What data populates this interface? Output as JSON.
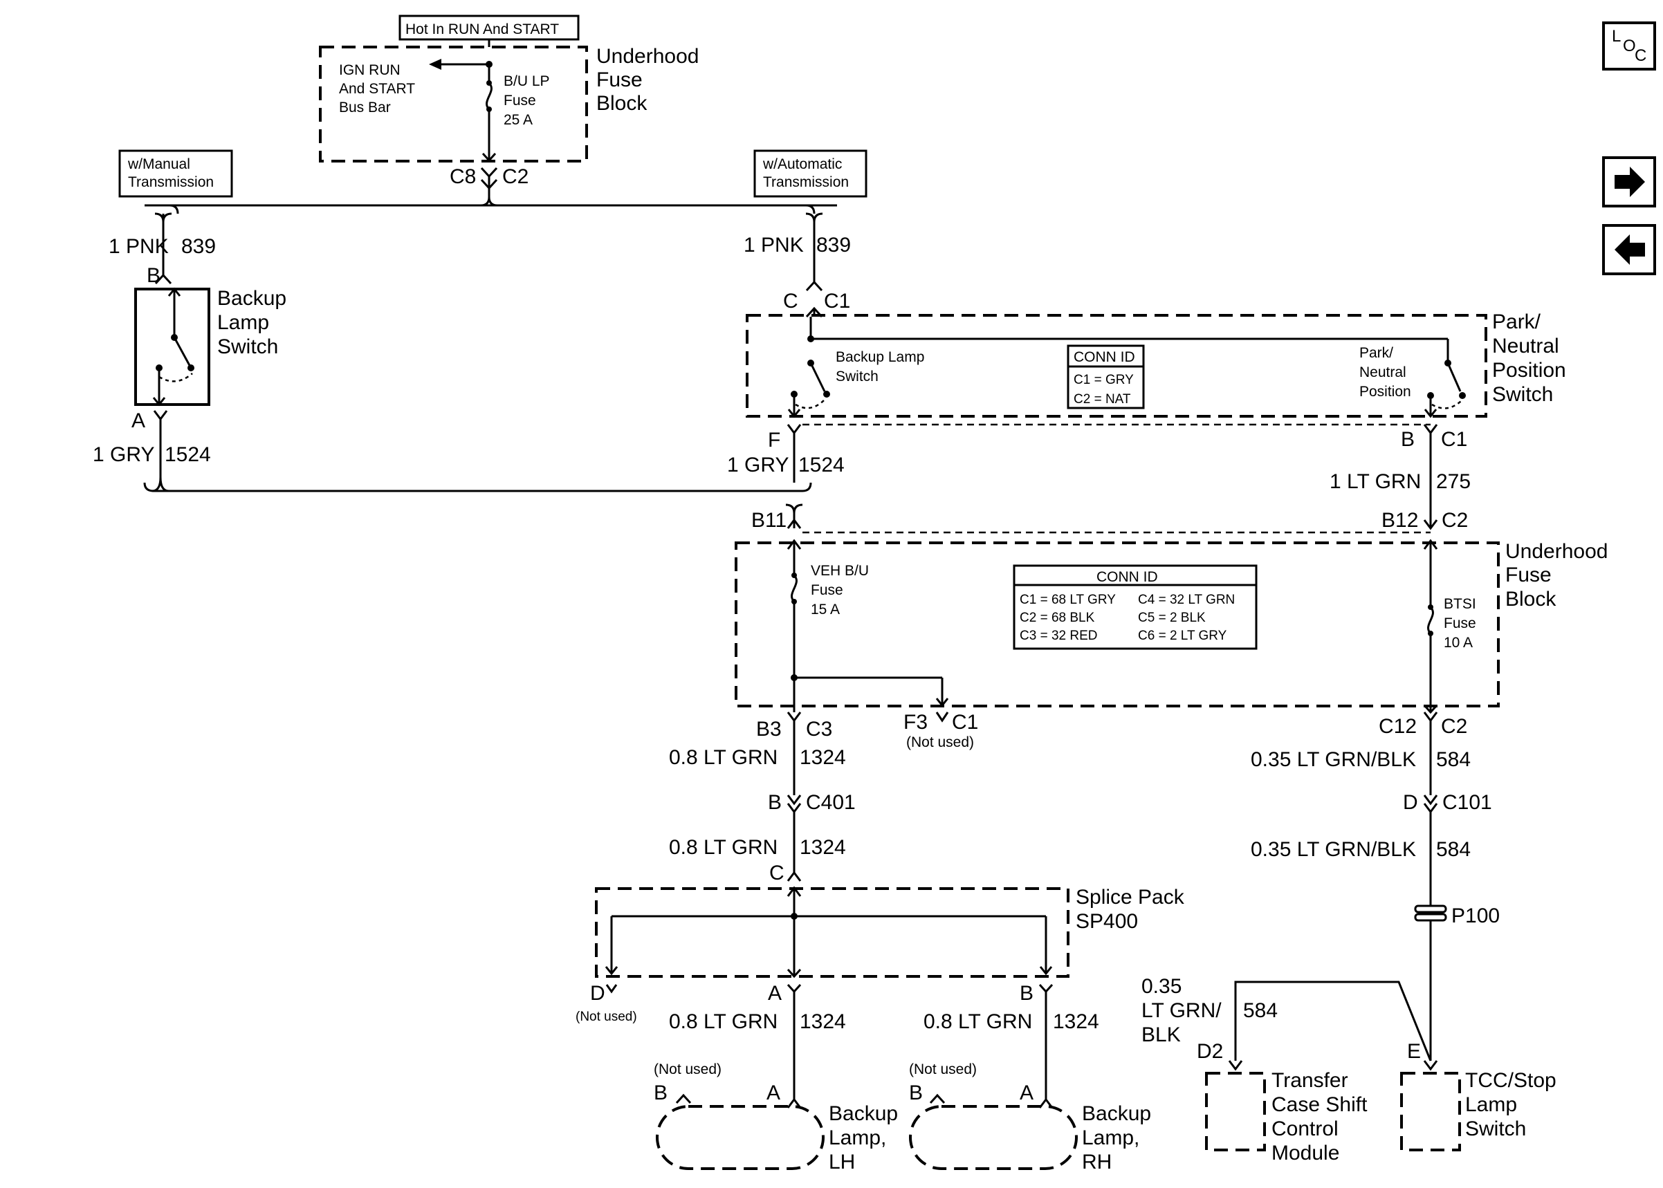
{
  "header": {
    "hot_in_run_start": "Hot In RUN And START"
  },
  "nav": {
    "loc_icon_label": "LOC",
    "forward_icon": "arrow-right-icon",
    "back_icon": "arrow-left-icon"
  },
  "underhood_fuse_block_top": {
    "line1": "Underhood",
    "line2": "Fuse",
    "line3": "Block",
    "bus_bar_l1": "IGN RUN",
    "bus_bar_l2": "And START",
    "bus_bar_l3": "Bus Bar",
    "fuse_l1": "B/U LP",
    "fuse_l2": "Fuse",
    "fuse_l3": "25 A",
    "conn_left": "C8",
    "conn_right": "C2"
  },
  "manual_branch": {
    "tag_l1": "w/Manual",
    "tag_l2": "Transmission",
    "wire_top_color": "1 PNK",
    "wire_top_circuit": "839",
    "pin_top": "B",
    "switch_l1": "Backup",
    "switch_l2": "Lamp",
    "switch_l3": "Switch",
    "pin_bottom": "A",
    "wire_bottom_color": "1 GRY",
    "wire_bottom_circuit": "1524"
  },
  "automatic_branch": {
    "tag_l1": "w/Automatic",
    "tag_l2": "Transmission",
    "wire_top_color": "1 PNK",
    "wire_top_circuit": "839",
    "pin_top": "C",
    "conn_top": "C1",
    "pnp_l1": "Park/",
    "pnp_l2": "Neutral",
    "pnp_l3": "Position",
    "pnp_l4": "Switch",
    "bls_l1": "Backup Lamp",
    "bls_l2": "Switch",
    "pns_l1": "Park/",
    "pns_l2": "Neutral",
    "pns_l3": "Position",
    "conn_id_title": "CONN ID",
    "conn_id_c1": "C1 = GRY",
    "conn_id_c2": "C2 = NAT",
    "pin_f": "F",
    "wire_f_color": "1 GRY",
    "wire_f_circuit": "1524",
    "pin_b": "B",
    "conn_b": "C1",
    "wire_b_color": "1 LT GRN",
    "wire_b_circuit": "275"
  },
  "underhood_fuse_block_mid": {
    "line1": "Underhood",
    "line2": "Fuse",
    "line3": "Block",
    "pin_b11": "B11",
    "pin_b12": "B12",
    "conn_c2_top": "C2",
    "veh_fuse_l1": "VEH B/U",
    "veh_fuse_l2": "Fuse",
    "veh_fuse_l3": "15 A",
    "btsi_fuse_l1": "BTSI",
    "btsi_fuse_l2": "Fuse",
    "btsi_fuse_l3": "10 A",
    "conn_id_title": "CONN ID",
    "c1": "C1 = 68 LT GRY",
    "c2": "C2 = 68 BLK",
    "c3": "C3 = 32 RED",
    "c4": "C4 = 32 LT GRN",
    "c5": "C5 = 2 BLK",
    "c6": "C6 = 2 LT GRY",
    "pin_b3": "B3",
    "conn_c3": "C3",
    "pin_f3": "F3",
    "conn_c1": "C1",
    "not_used": "(Not used)",
    "pin_c12": "C12",
    "conn_c2_bottom": "C2"
  },
  "left_run": {
    "wire1_color": "0.8 LT GRN",
    "wire1_circuit": "1324",
    "pin_b": "B",
    "conn_c401": "C401",
    "wire2_color": "0.8 LT GRN",
    "wire2_circuit": "1324",
    "pin_c": "C",
    "splice_l1": "Splice Pack",
    "splice_l2": "SP400",
    "pin_d": "D",
    "pin_d_note": "(Not used)",
    "pin_a": "A",
    "pin_b2": "B",
    "wire_a_color": "0.8 LT GRN",
    "wire_a_circuit": "1324",
    "wire_b_color": "0.8 LT GRN",
    "wire_b_circuit": "1324"
  },
  "lamps": {
    "lh_not_used": "(Not used)",
    "lh_pin_b": "B",
    "lh_pin_a": "A",
    "lh_l1": "Backup",
    "lh_l2": "Lamp,",
    "lh_l3": "LH",
    "rh_not_used": "(Not used)",
    "rh_pin_b": "B",
    "rh_pin_a": "A",
    "rh_l1": "Backup",
    "rh_l2": "Lamp,",
    "rh_l3": "RH"
  },
  "right_run": {
    "wire1_color": "0.35 LT GRN/BLK",
    "wire1_circuit": "584",
    "pin_d": "D",
    "conn_c101": "C101",
    "wire2_color": "0.35 LT GRN/BLK",
    "wire2_circuit": "584",
    "splice_p100": "P100",
    "wire3_l1": "0.35",
    "wire3_l2": "LT GRN/",
    "wire3_l3": "BLK",
    "wire3_circuit": "584",
    "pin_d2": "D2",
    "pin_e": "E",
    "tcsm_l1": "Transfer",
    "tcsm_l2": "Case Shift",
    "tcsm_l3": "Control",
    "tcsm_l4": "Module",
    "tcc_l1": "TCC/Stop",
    "tcc_l2": "Lamp",
    "tcc_l3": "Switch"
  }
}
